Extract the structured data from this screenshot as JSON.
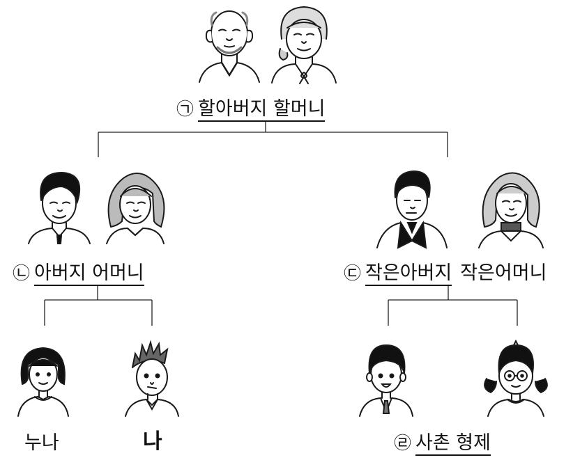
{
  "generation_1": {
    "marker": "㉠",
    "label": "할아버지 할머니"
  },
  "generation_2_left": {
    "marker": "㉡",
    "label": "아버지 어머니"
  },
  "generation_2_right": {
    "marker": "㉢",
    "label": "작은아버지",
    "label_plain": "작은어머니"
  },
  "generation_3_left": {
    "sister_label": "누나",
    "me_label": "나"
  },
  "generation_3_right": {
    "marker": "㉣",
    "label": "사촌 형제"
  }
}
